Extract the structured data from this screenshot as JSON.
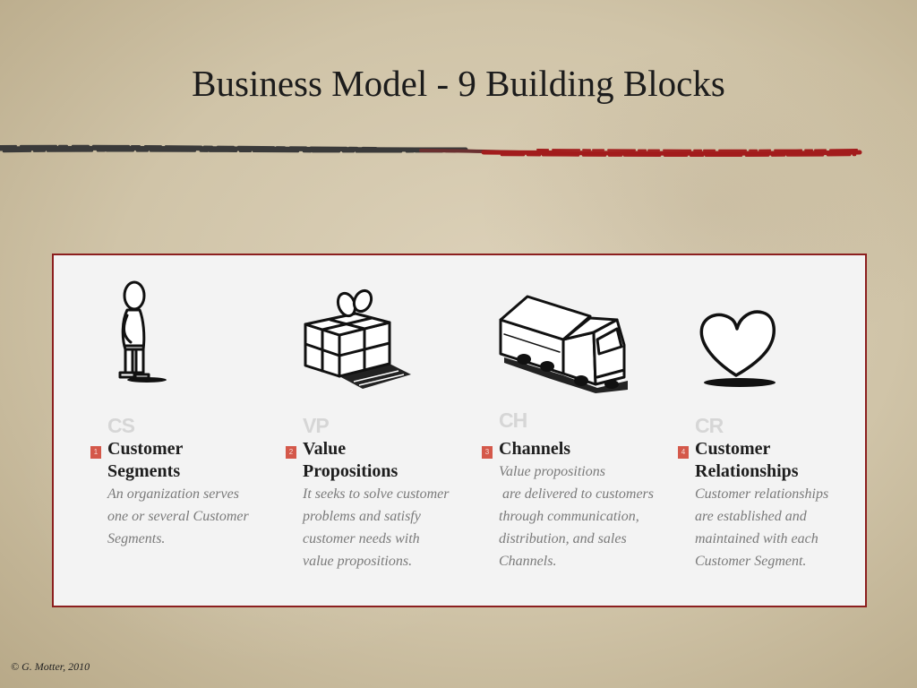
{
  "slide": {
    "title": "Business Model - 9 Building Blocks",
    "footer": "© G. Motter, 2010"
  },
  "blocks": [
    {
      "number": "1",
      "abbr": "CS",
      "title": [
        "Customer",
        "Segments"
      ],
      "description": [
        "An organization serves",
        "one or several Customer",
        "Segments."
      ],
      "icon": "person-icon"
    },
    {
      "number": "2",
      "abbr": "VP",
      "title": [
        "Value",
        "Propositions"
      ],
      "description": [
        "It seeks to solve customer",
        "problems and satisfy",
        "customer needs with",
        "value propositions."
      ],
      "icon": "gift-icon"
    },
    {
      "number": "3",
      "abbr": "CH",
      "title": [
        "Channels"
      ],
      "description": [
        "Value propositions",
        "are delivered to customers",
        "through communication,",
        "distribution, and sales",
        "Channels."
      ],
      "icon": "truck-icon"
    },
    {
      "number": "4",
      "abbr": "CR",
      "title": [
        "Customer",
        "Relationships"
      ],
      "description": [
        "Customer relationships",
        "are established and",
        "maintained with each",
        "Customer Segment."
      ],
      "icon": "heart-icon"
    }
  ],
  "colors": {
    "panel_border": "#8c1f1f",
    "badge": "#d4584a",
    "divider_left": "#3a3a3a",
    "divider_mid": "#6a3030",
    "divider_right": "#a21c1c"
  }
}
